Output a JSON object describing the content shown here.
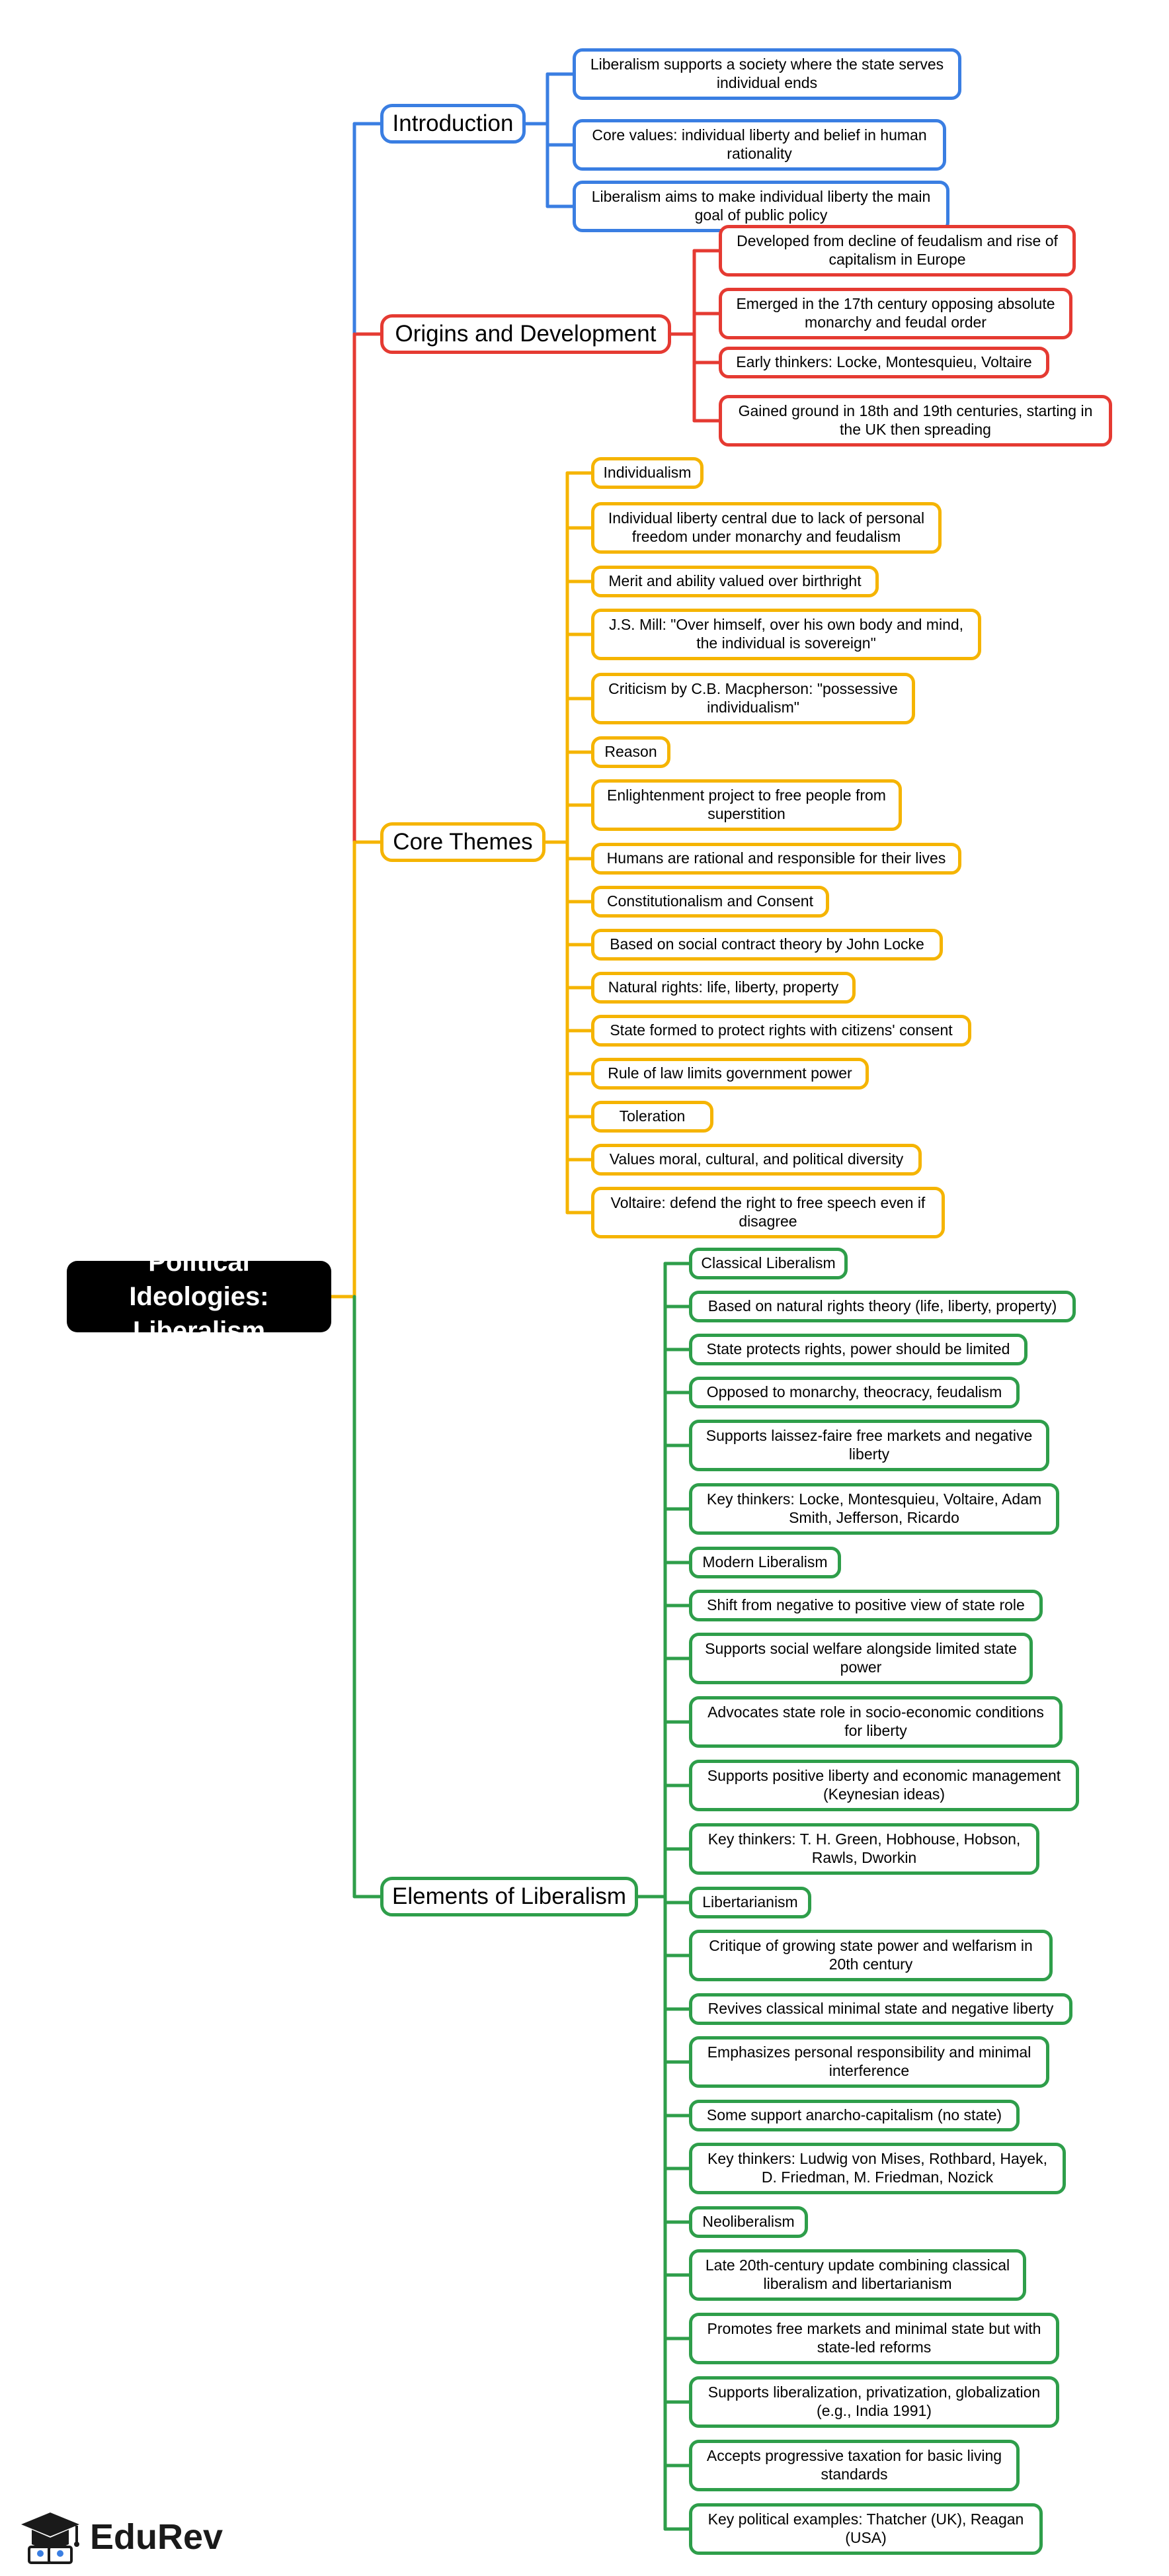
{
  "colors": {
    "introduction": "#3a7ee2",
    "origins": "#e53a32",
    "core": "#f5b400",
    "elements": "#2e9e4a",
    "root": "#000000"
  },
  "root": {
    "label": "Political Ideologies: Liberalism"
  },
  "branches": [
    {
      "id": "introduction",
      "label": "Introduction",
      "items": [
        "Liberalism supports a society where the state serves individual ends",
        "Core values: individual liberty and belief in human rationality",
        "Liberalism aims to make individual liberty the main goal of public policy"
      ]
    },
    {
      "id": "origins",
      "label": "Origins and Development",
      "items": [
        "Developed from decline of feudalism and rise of capitalism in Europe",
        "Emerged in the 17th century opposing absolute monarchy and feudal order",
        "Early thinkers: Locke, Montesquieu, Voltaire",
        "Gained ground in 18th and 19th centuries, starting in the UK then spreading"
      ]
    },
    {
      "id": "core",
      "label": "Core Themes",
      "items": [
        "Individualism",
        "Individual liberty central due to lack of personal freedom under monarchy and feudalism",
        "Merit and ability valued over birthright",
        "J.S. Mill: \"Over himself, over his own body and mind, the individual is sovereign\"",
        "Criticism by C.B. Macpherson: \"possessive individualism\"",
        "Reason",
        "Enlightenment project to free people from superstition",
        "Humans are rational and responsible for their lives",
        "Constitutionalism and Consent",
        "Based on social contract theory by John Locke",
        "Natural rights: life, liberty, property",
        "State formed to protect rights with citizens' consent",
        "Rule of law limits government power",
        "Toleration",
        "Values moral, cultural, and political diversity",
        "Voltaire: defend the right to free speech even if disagree"
      ]
    },
    {
      "id": "elements",
      "label": "Elements of Liberalism",
      "items": [
        "Classical Liberalism",
        "Based on natural rights theory (life, liberty, property)",
        "State protects rights, power should be limited",
        "Opposed to monarchy, theocracy, feudalism",
        "Supports laissez-faire free markets and negative liberty",
        "Key thinkers: Locke, Montesquieu, Voltaire, Adam Smith, Jefferson, Ricardo",
        "Modern Liberalism",
        "Shift from negative to positive view of state role",
        "Supports social welfare alongside limited state power",
        "Advocates state role in socio-economic conditions for liberty",
        "Supports positive liberty and economic management (Keynesian ideas)",
        "Key thinkers: T. H. Green, Hobhouse, Hobson, Rawls, Dworkin",
        "Libertarianism",
        "Critique of growing state power and welfarism in 20th century",
        "Revives classical minimal state and negative liberty",
        "Emphasizes personal responsibility and minimal interference",
        "Some support anarcho-capitalism (no state)",
        "Key thinkers: Ludwig von Mises, Rothbard, Hayek, D. Friedman, M. Friedman, Nozick",
        "Neoliberalism",
        "Late 20th-century update combining classical liberalism and libertarianism",
        "Promotes free markets and minimal state but with state-led reforms",
        "Supports liberalization, privatization, globalization (e.g., India 1991)",
        "Accepts progressive taxation for basic living standards",
        "Key political examples: Thatcher (UK), Reagan (USA)"
      ]
    }
  ],
  "logo": {
    "text": "EduRev",
    "icon": "graduation-cap-icon"
  }
}
